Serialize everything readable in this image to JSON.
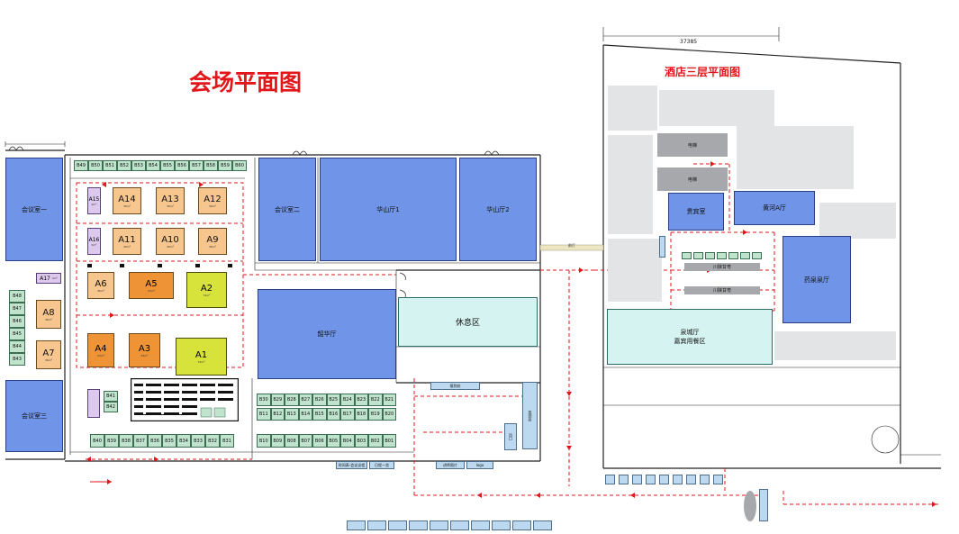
{
  "titles": {
    "venue": "会场平面图",
    "hotel": "酒店三层平面图"
  },
  "dimension_text": "37385",
  "venue_halls": {
    "meeting1": "会议室一",
    "meeting2": "会议室二",
    "meeting3": "会议室三",
    "huashan1": "华山厅1",
    "huashan2": "华山厅2",
    "shaohua": "韶华厅",
    "rest": "休息区"
  },
  "top_booths": [
    "B49",
    "B50",
    "B51",
    "B52",
    "B53",
    "B54",
    "B55",
    "B56",
    "B57",
    "B58",
    "B59",
    "B60"
  ],
  "left_booths": [
    "B48",
    "B47",
    "B46",
    "B45",
    "B44",
    "B43"
  ],
  "mid_upper_booths": [
    "B30",
    "B29",
    "B28",
    "B27",
    "B26",
    "B25",
    "B24",
    "B23",
    "B22",
    "B21"
  ],
  "mid_lower_booths": [
    "B11",
    "B12",
    "B13",
    "B14",
    "B15",
    "B16",
    "B17",
    "B18",
    "B19",
    "B20"
  ],
  "bottom_left_booths": [
    "B40",
    "B39",
    "B38",
    "B37",
    "B36",
    "B35",
    "B34",
    "B33",
    "B32",
    "B31"
  ],
  "bottom_right_booths": [
    "B10",
    "B09",
    "B08",
    "B07",
    "B06",
    "B05",
    "B04",
    "B03",
    "B02",
    "B01"
  ],
  "b41": "B41",
  "b42": "B42",
  "a_booths": {
    "a15": {
      "label": "A15",
      "area": "9m²"
    },
    "a14": {
      "label": "A14",
      "area": "36m²"
    },
    "a13": {
      "label": "A13",
      "area": "36m²"
    },
    "a12": {
      "label": "A12",
      "area": "36m²"
    },
    "a16": {
      "label": "A16",
      "area": "9m²"
    },
    "a11": {
      "label": "A11",
      "area": "36m²"
    },
    "a10": {
      "label": "A10",
      "area": "36m²"
    },
    "a9": {
      "label": "A9",
      "area": "36m²"
    },
    "a6": {
      "label": "A6",
      "area": "36m²"
    },
    "a5": {
      "label": "A5",
      "area": "54m²"
    },
    "a2": {
      "label": "A2",
      "area": "72m²"
    },
    "a17": {
      "label": "A17",
      "area": "9m²"
    },
    "a8": {
      "label": "A8",
      "area": "36m²"
    },
    "a7": {
      "label": "A7",
      "area": "36m²"
    },
    "a4": {
      "label": "A4",
      "area": "54m²"
    },
    "a3": {
      "label": "A3",
      "area": "54m²"
    },
    "a1": {
      "label": "A1",
      "area": "72m²"
    }
  },
  "hotel_rooms": {
    "elevator1": "电梯",
    "elevator2": "电梯",
    "vip": "贵宾室",
    "huanghe": "黄河A厅",
    "yaoquan": "药泉泉厅",
    "quancheng": "泉城厅",
    "quancheng_sub": "嘉宾用餐区",
    "corridor1": "川陕甘粤",
    "corridor2": "川陕甘粤"
  },
  "signs": {
    "bottom_left": "时间表-会议议程",
    "bottom_left2": "日程一览",
    "bottom_right": "讲师照片",
    "logo": "logo",
    "checkin": "报到处",
    "sign_right": "签到处",
    "exit": "出口",
    "lobby": "前厅"
  },
  "colors": {
    "hall_blue": "#6f94e8",
    "booth_light": "#f7c58e",
    "booth_orange": "#ef9337",
    "booth_yellow": "#d7e23a",
    "booth_purple": "#ddc8ee",
    "booth_green": "#bfe3cd",
    "rest_cyan": "#d5f3f1",
    "route_red": "#e3161b",
    "title_red": "#e3161b"
  }
}
